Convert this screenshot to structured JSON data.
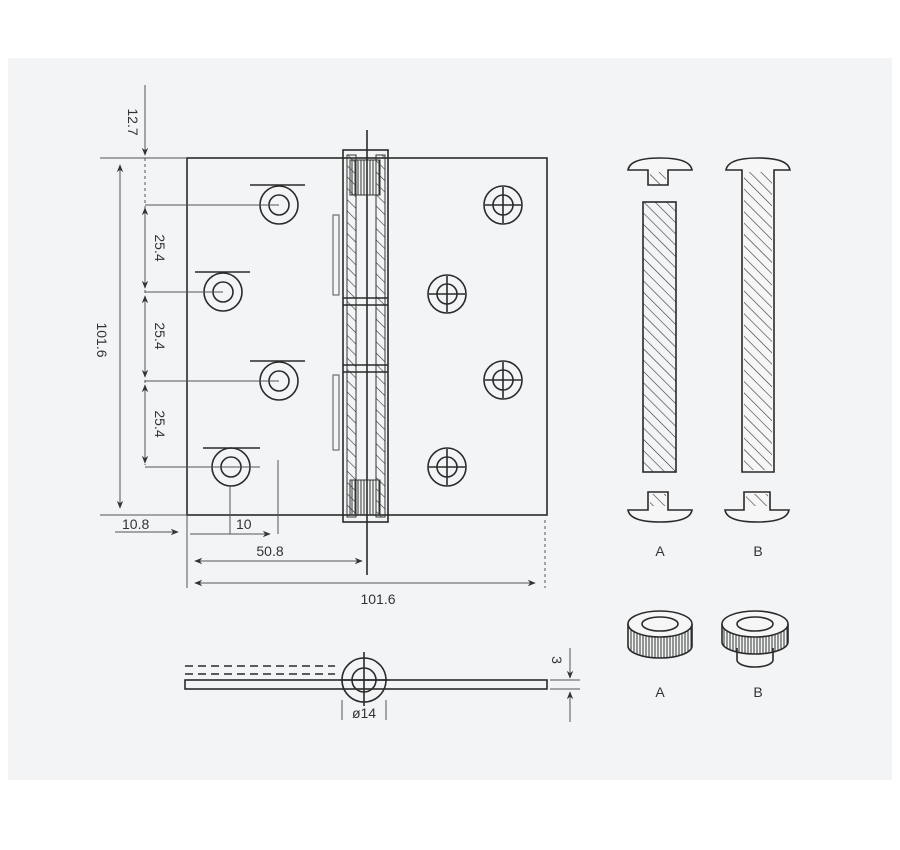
{
  "dimensions": {
    "top_offset": "12.7",
    "spacing_1": "25.4",
    "spacing_2": "25.4",
    "spacing_3": "25.4",
    "height": "101.6",
    "left_offset": "10.8",
    "hole_offset": "10",
    "half_width": "50.8",
    "width": "101.6",
    "thickness": "3",
    "knuckle_diameter": "ø14"
  },
  "labels": {
    "pin_a": "A",
    "pin_b": "B",
    "nut_a": "A",
    "nut_b": "B"
  }
}
